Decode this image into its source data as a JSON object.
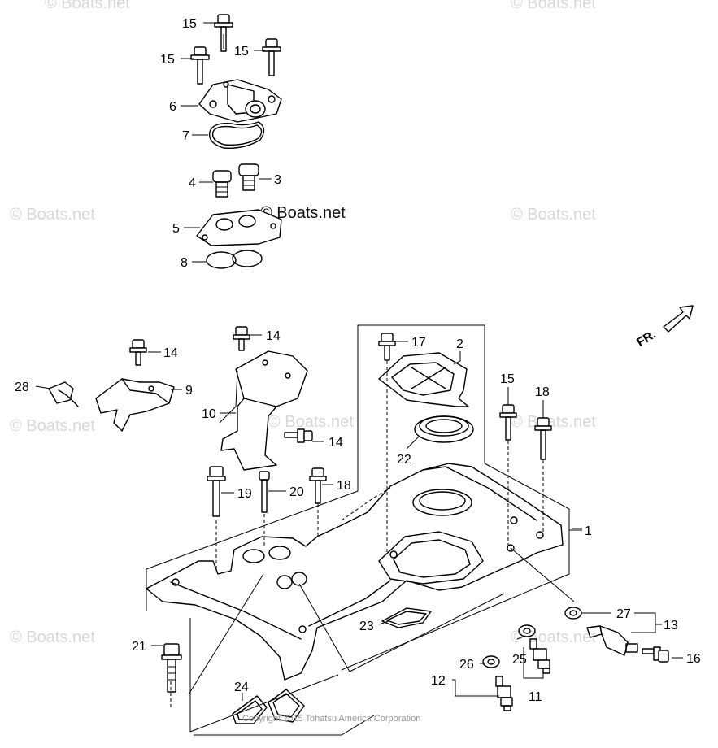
{
  "diagram": {
    "watermark_text": "© Boats.net",
    "watermark_center_text": "© Boats.net",
    "copyright": "Copyright 2015 Tohatsu America Corporation",
    "direction_label": "FR.",
    "callouts": [
      {
        "id": "c15a",
        "text": "15"
      },
      {
        "id": "c15b",
        "text": "15"
      },
      {
        "id": "c15c",
        "text": "15"
      },
      {
        "id": "c6",
        "text": "6"
      },
      {
        "id": "c7",
        "text": "7"
      },
      {
        "id": "c4",
        "text": "4"
      },
      {
        "id": "c3",
        "text": "3"
      },
      {
        "id": "c5",
        "text": "5"
      },
      {
        "id": "c8",
        "text": "8"
      },
      {
        "id": "c14a",
        "text": "14"
      },
      {
        "id": "c14b",
        "text": "14"
      },
      {
        "id": "c17",
        "text": "17"
      },
      {
        "id": "c2",
        "text": "2"
      },
      {
        "id": "c28",
        "text": "28"
      },
      {
        "id": "c9",
        "text": "9"
      },
      {
        "id": "c10",
        "text": "10"
      },
      {
        "id": "c14c",
        "text": "14"
      },
      {
        "id": "c22",
        "text": "22"
      },
      {
        "id": "c15d",
        "text": "15"
      },
      {
        "id": "c18a",
        "text": "18"
      },
      {
        "id": "c19",
        "text": "19"
      },
      {
        "id": "c20",
        "text": "20"
      },
      {
        "id": "c18b",
        "text": "18"
      },
      {
        "id": "c1",
        "text": "1"
      },
      {
        "id": "c27",
        "text": "27"
      },
      {
        "id": "c13",
        "text": "13"
      },
      {
        "id": "c21",
        "text": "21"
      },
      {
        "id": "c23",
        "text": "23"
      },
      {
        "id": "c25",
        "text": "25"
      },
      {
        "id": "c26",
        "text": "26"
      },
      {
        "id": "c16",
        "text": "16"
      },
      {
        "id": "c12",
        "text": "12"
      },
      {
        "id": "c11",
        "text": "11"
      },
      {
        "id": "c24",
        "text": "24"
      }
    ]
  }
}
